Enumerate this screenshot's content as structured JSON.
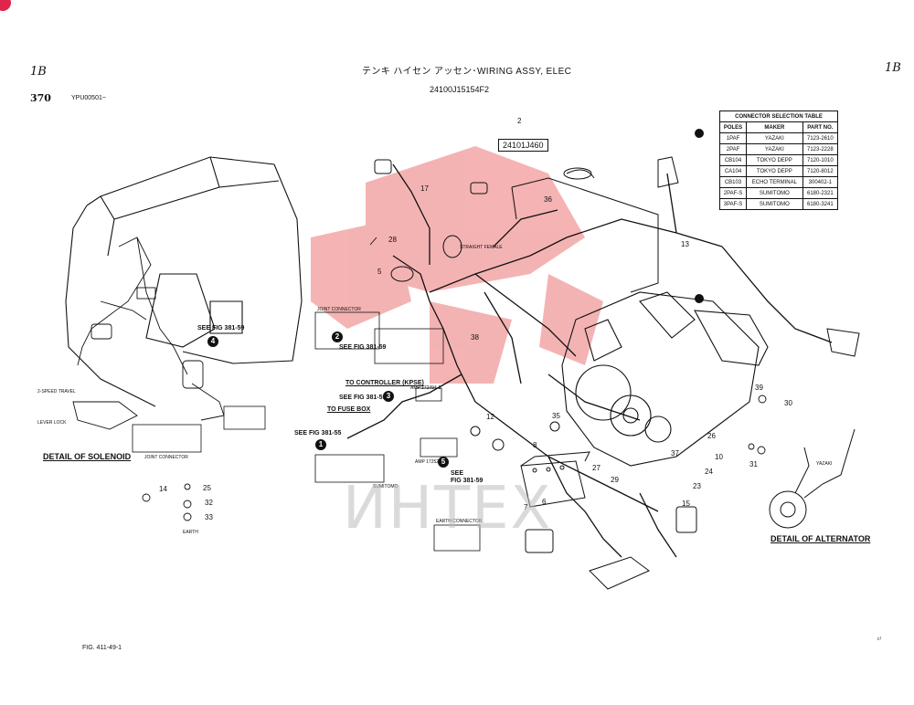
{
  "header": {
    "page_mark_left": "1B",
    "page_mark_right": "1B",
    "page_number": "370",
    "serial": "YPU00501~",
    "title": "テンキ ハイセン アッセン･WIRING ASSY, ELEC",
    "part_no": "24100J15154F2",
    "figure": "FIG. 411-49-1",
    "corner": "c!"
  },
  "table": {
    "title": "CONNECTOR SELECTION TABLE",
    "headers": [
      "POLES",
      "MAKER",
      "PART NO."
    ],
    "rows": [
      [
        "1PAF",
        "YAZAKI",
        "7123-2610"
      ],
      [
        "2PAF",
        "YAZAKI",
        "7123-2228"
      ],
      [
        "CB104",
        "TOKYO DEPP",
        "7120-1010"
      ],
      [
        "CA104",
        "TOKYO DEPP",
        "7120-8012"
      ],
      [
        "CB103",
        "ECHO TERMINAL",
        "300402-1"
      ],
      [
        "2PAF-S",
        "SUMITOMO",
        "6180-2321"
      ],
      [
        "3PAF-S",
        "SUMITOMO",
        "6180-3241"
      ]
    ]
  },
  "labels": {
    "assy_ref_no": "2",
    "assy_ref": "24101J460",
    "see_fig_1": "SEE FIG 381-59",
    "see_fig_2": "SEE FIG 381-59",
    "see_fig_3": "SEE FIG 381-59",
    "see_fig_4": "SEE FIG 381-55",
    "see_fig_5a": "SEE",
    "see_fig_5b": "FIG 381-59",
    "to_controller": "TO CONTROLLER (KPSE)",
    "to_fuse_box": "TO FUSE BOX",
    "detail_solenoid": "DETAIL OF SOLENOID",
    "detail_alternator": "DETAIL OF ALTERNATOR",
    "joint_connector_1": "JOINT CONNECTOR",
    "joint_connector_2": "JOINT CONNECTOR",
    "earth_connector": "EARTH CONNECTOR",
    "earth": "EARTH",
    "lever_lock": "LEVER LOCK",
    "speed_travel": "2-SPEED TRAVEL",
    "straight_female": "STRAIGHT FEMALE",
    "amp_1": "AMP 172494-1",
    "amp_2": "AMP 172524-1",
    "sumitomo": "SUMITOMO",
    "yazaki": "YAZAKI"
  },
  "markers": [
    "1",
    "2",
    "3",
    "4",
    "5"
  ],
  "refs": {
    "r2": "2",
    "r5": "5",
    "r6": "6",
    "r7": "7",
    "r8": "8",
    "r10": "10",
    "r12": "12",
    "r13": "13",
    "r14": "14",
    "r15": "15",
    "r17": "17",
    "r23": "23",
    "r24": "24",
    "r25": "25",
    "r26": "26",
    "r27": "27",
    "r28": "28",
    "r29": "29",
    "r30": "30",
    "r31": "31",
    "r32": "32",
    "r33": "33",
    "r35": "35",
    "r36": "36",
    "r37": "37",
    "r38": "38",
    "r39": "39"
  },
  "watermark": "ИНТЕХ",
  "colors": {
    "ink": "#111111",
    "watermark": "#f19a9a",
    "watermark_text": "#bdbdbd",
    "corner": "#e0244a"
  }
}
